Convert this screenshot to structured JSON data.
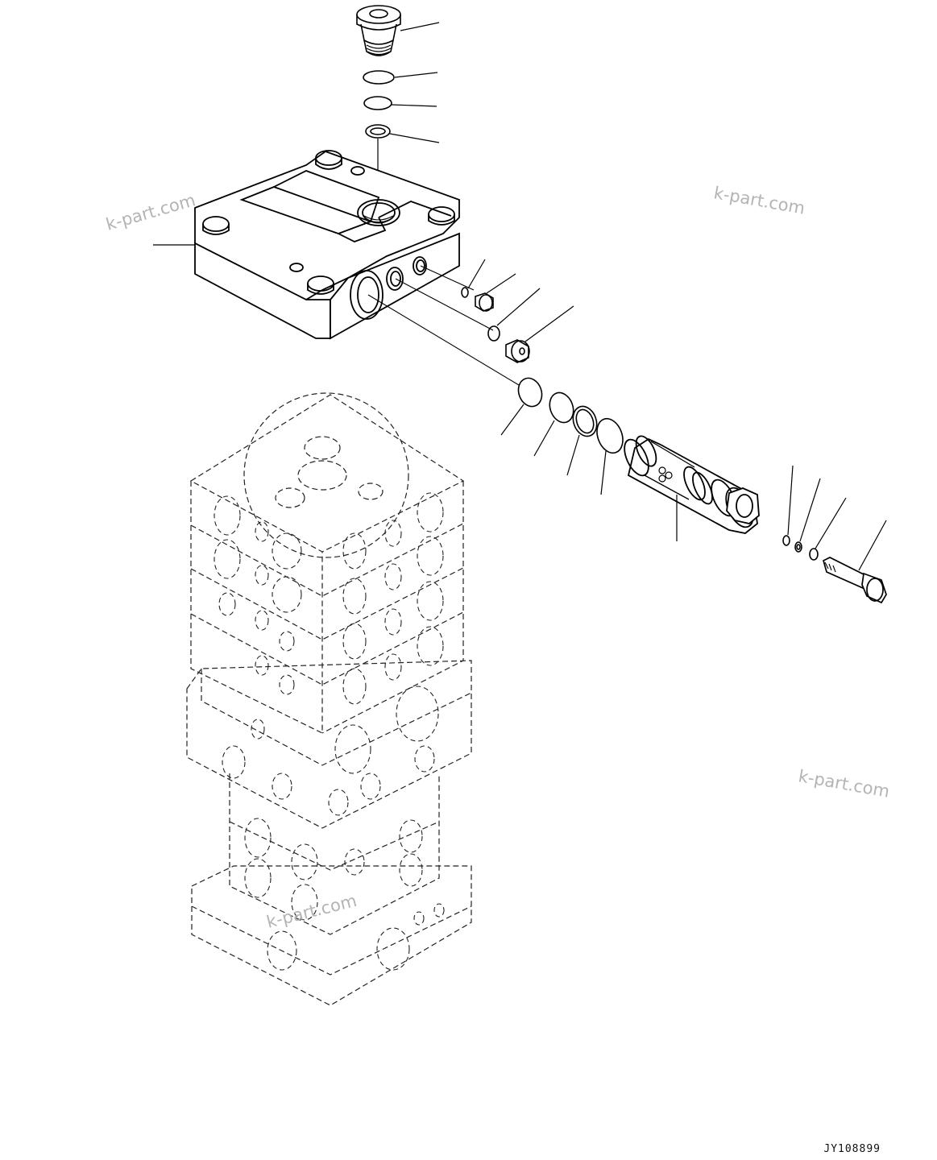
{
  "watermarks": [
    "k-part.com",
    "k-part.com",
    "k-part.com",
    "k-part.com"
  ],
  "drawing_code": "JY108899",
  "colors": {
    "line": "#000000",
    "hidden": "#333333",
    "watermark": "#b4b4b4",
    "background": "#ffffff"
  }
}
